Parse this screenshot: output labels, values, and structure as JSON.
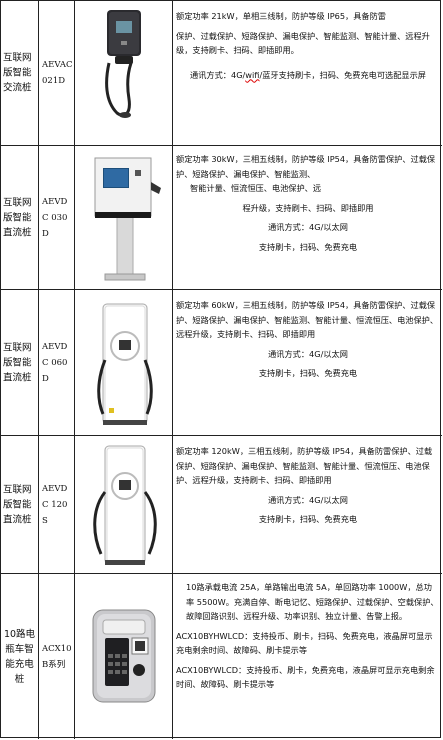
{
  "rows": [
    {
      "name": "互联网版智能交流桩",
      "model": "AEVAC 021D",
      "lines": [
        "额定功率 21kW，单相三线制，防护等级 IP65，具备防雷",
        "保护、过载保护、短路保护、漏电保护、智能监测、智能计量、远程升级，支持刷卡、扫码、即插即用。",
        "通讯方式：4G/",
        "wifi",
        "/蓝牙支持刷卡，扫码、免费充电可选配显示屏"
      ]
    },
    {
      "name": "互联网版智能直流桩",
      "model": "AEVDC 030D",
      "lines": [
        "额定功率 30kW，三相五线制，防护等级 IP54，具备防雷保护、过载保护、短路保护、漏电保护、智能监测、",
        "智能计量、恒流恒压、电池保护、远",
        "程升级，支持刷卡、扫码、即插即用",
        "通讯方式：4G/以太网",
        "支持刷卡，扫码、免费充电"
      ]
    },
    {
      "name": "互联网版智能直流桩",
      "model": "AEVDC 060D",
      "lines": [
        "额定功率 60kW，三相五线制，防护等级 IP54，具备防雷保护、过载保护、短路保护、漏电保护、智能监测、智能计量、恒流恒压、电池保护、远程升级，支持刷卡、扫码、即插即用",
        "通讯方式：4G/以太网",
        "支持刷卡，扫码、免费充电"
      ]
    },
    {
      "name": "互联网版智能直流桩",
      "model": "AEVDC 120S",
      "lines": [
        "额定功率 120kW，三相五线制，防护等级 IP54，具备防雷保护、过载保护、短路保护、漏电保护、智能监测、智能计量、恒流恒压、电池保护、远程升级，支持刷卡、扫码、即插即用",
        "通讯方式：4G/以太网",
        "支持刷卡，扫码、免费充电"
      ]
    },
    {
      "name": "10路电瓶车智能充电桩",
      "model": "ACX10B系列",
      "lines": [
        "10路承载电流 25A，单路输出电流 5A，单回路功率 1000W，总功率 5500W。充满自停、断电记忆、短路保护、过载保护、空载保护、故障回路识别、远程升级、功率识别、独立计量、告警上报。",
        "ACX10BYHWLCD：支持投币、刷卡，扫码、免费充电，液晶屏可显示充电剩余时间、故障码、刷卡提示等",
        "ACX10BYWLCD：支持投币、刷卡，免费充电，液晶屏可显示充电剩余时间、故障码、刷卡提示等"
      ]
    }
  ]
}
